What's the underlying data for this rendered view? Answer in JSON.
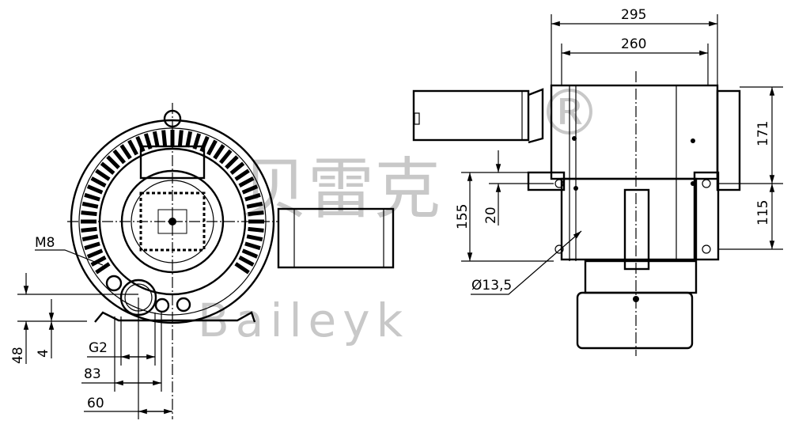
{
  "watermark": {
    "chinese": "贝雷克",
    "latin": "Baileyk",
    "mark": "®",
    "color": "#c8c8c8"
  },
  "front_view": {
    "labels": {
      "thread": "M8",
      "height_total": "48",
      "height_foot": "4",
      "port": "G2",
      "width_83": "83",
      "width_60": "60"
    }
  },
  "side_view": {
    "labels": {
      "width_295": "295",
      "width_260": "260",
      "height_171": "171",
      "height_115": "115",
      "height_155": "155",
      "height_20": "20",
      "hole": "Ø13,5"
    }
  }
}
